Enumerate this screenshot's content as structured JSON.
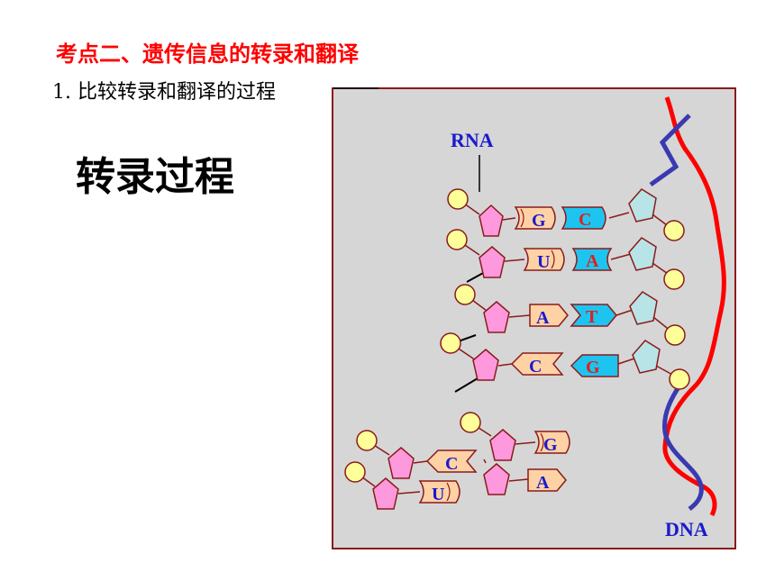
{
  "header": {
    "title": "考点二、遗传信息的转录和翻译",
    "subtitle": "1. 比较转录和翻译的过程"
  },
  "left_label": "转录过程",
  "diagram": {
    "rna_label": "RNA",
    "dna_label": "DNA",
    "rna_bases": [
      "G",
      "U",
      "A",
      "C"
    ],
    "dna_bases": [
      "C",
      "A",
      "T",
      "G"
    ],
    "free_nucleotides": [
      "G",
      "C",
      "A",
      "U"
    ],
    "colors": {
      "panel_bg": "#d6d6d6",
      "panel_border": "#8b1a1a",
      "pentagon_rna": "#ff99dd",
      "pentagon_dna": "#b8e4e8",
      "phosphate": "#ffff99",
      "base_rna": "#ffd2a6",
      "base_dna": "#1ec4f0",
      "rna_text": "#1a1acc",
      "dna_text": "#e0201c",
      "dna_strand_red": "#ff0000",
      "dna_strand_blue": "#3a3ab0"
    }
  }
}
